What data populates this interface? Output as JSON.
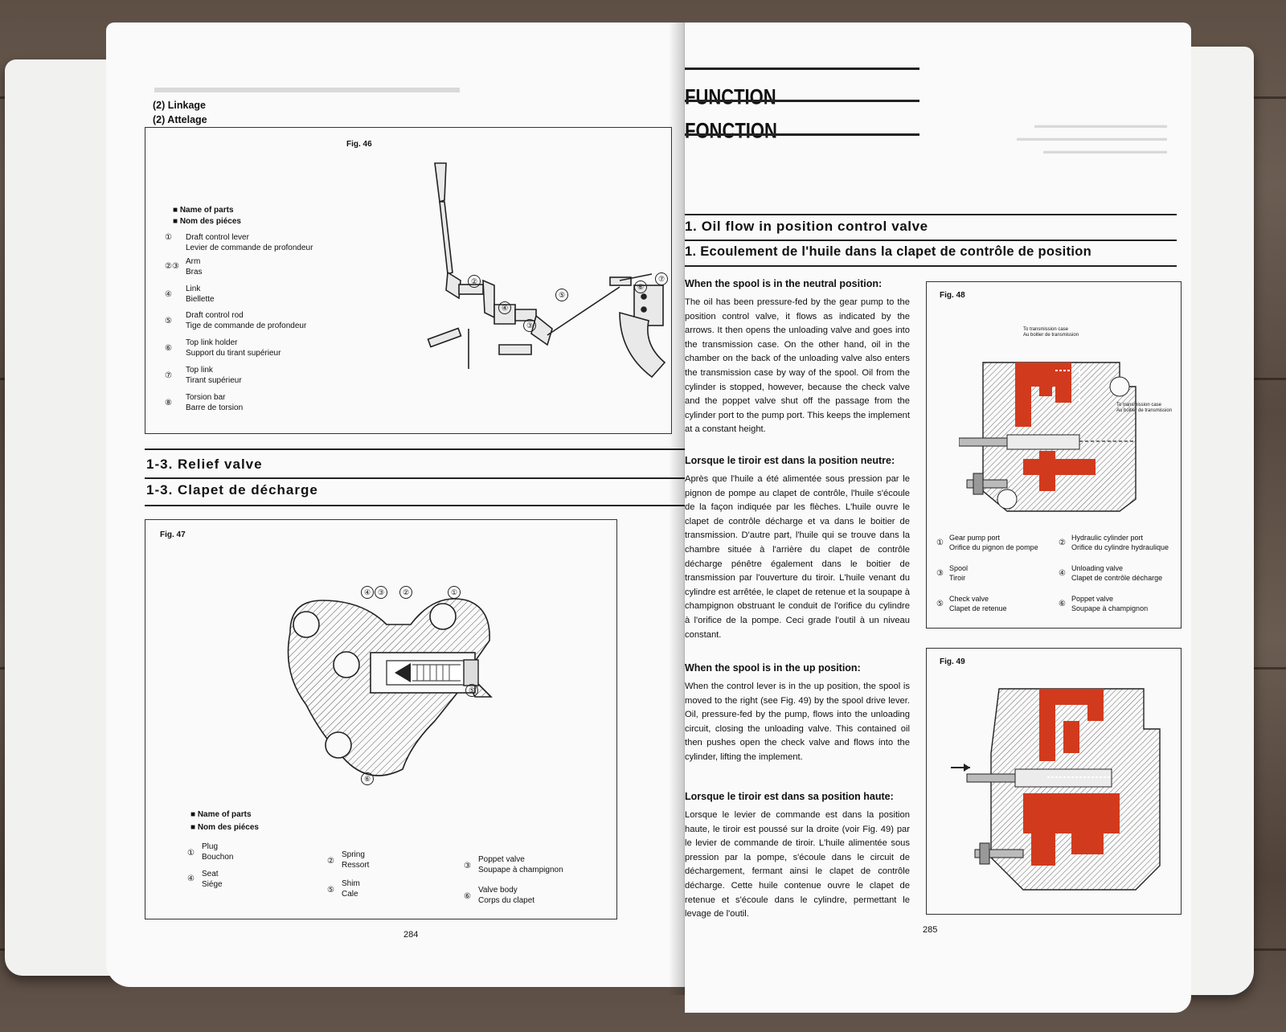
{
  "left_page": {
    "section_heading_en": "(2) Linkage",
    "section_heading_fr": "(2) Attelage",
    "fig46": {
      "label": "Fig. 46",
      "parts_header_en": "Name of parts",
      "parts_header_fr": "Nom des piéces",
      "parts": [
        {
          "num": "①",
          "en": "Draft control lever",
          "fr": "Levier de commande de profondeur"
        },
        {
          "num": "②③",
          "en": "Arm",
          "fr": "Bras"
        },
        {
          "num": "④",
          "en": "Link",
          "fr": "Biellette"
        },
        {
          "num": "⑤",
          "en": "Draft control rod",
          "fr": "Tige de commande de profondeur"
        },
        {
          "num": "⑥",
          "en": "Top link holder",
          "fr": "Support du tirant supérieur"
        },
        {
          "num": "⑦",
          "en": "Top link",
          "fr": "Tirant supérieur"
        },
        {
          "num": "⑧",
          "en": "Torsion bar",
          "fr": "Barre de torsion"
        }
      ],
      "callouts": [
        "②",
        "④",
        "③",
        "⑤",
        "⑥",
        "⑦"
      ]
    },
    "relief_heading_en": "1-3. Relief valve",
    "relief_heading_fr": "1-3. Clapet de décharge",
    "fig47": {
      "label": "Fig. 47",
      "callouts_top": [
        "④",
        "③",
        "②",
        "①"
      ],
      "callout_side": "⑤",
      "callout_bottom": "⑥",
      "parts_header_en": "Name of parts",
      "parts_header_fr": "Nom des piéces",
      "parts": [
        {
          "num": "①",
          "en": "Plug",
          "fr": "Bouchon"
        },
        {
          "num": "②",
          "en": "Spring",
          "fr": "Ressort"
        },
        {
          "num": "③",
          "en": "Poppet valve",
          "fr": "Soupape à champignon"
        },
        {
          "num": "④",
          "en": "Seat",
          "fr": "Siége"
        },
        {
          "num": "⑤",
          "en": "Shim",
          "fr": "Cale"
        },
        {
          "num": "⑥",
          "en": "Valve body",
          "fr": "Corps du clapet"
        }
      ]
    },
    "page_number": "284"
  },
  "right_page": {
    "function_en": "FUNCTION",
    "function_fr": "FONCTION",
    "oil_heading_en": "1. Oil flow in position control valve",
    "oil_heading_fr": "1. Ecoulement de l'huile dans la clapet de contrôle de position",
    "neutral_en_heading": "When the spool is in the neutral position:",
    "neutral_en_text": "The oil has been pressure-fed by the gear pump to the position control valve, it flows as indicated by the arrows. It then opens the unloading valve and goes into the transmission case. On the other hand, oil in the chamber on the back of the unloading valve also enters the transmission case by way of the spool. Oil from the cylinder is stopped, however, because the check valve and the poppet valve shut off the passage from the cylinder port to the pump port. This keeps the implement at a constant height.",
    "neutral_fr_heading": "Lorsque le tiroir est dans la position neutre:",
    "neutral_fr_text": "Après que l'huile a été alimentée sous pression par le pignon de pompe au clapet de contrôle, l'huile s'écoule de la façon indiquée par les flèches. L'huile ouvre le clapet de contrôle décharge et va dans le boitier de transmission. D'autre part, l'huile qui se trouve dans la chambre située à l'arrière du clapet de contrôle décharge pénêtre également dans le boitier de transmission par l'ouverture du tiroir. L'huile venant du cylindre est arrêtée, le clapet de retenue et la soupape à champignon obstruant le conduit de l'orifice du cylindre à l'orifice de la pompe. Ceci grade l'outil à un niveau constant.",
    "up_en_heading": "When the spool is in the up position:",
    "up_en_text": "When the control lever is in the up position, the spool is moved to the right (see Fig. 49) by the spool drive lever. Oil, pressure-fed by the pump, flows into the unloading circuit, closing the unloading valve. This contained oil then pushes open the check valve and flows into the cylinder, lifting the implement.",
    "up_fr_heading": "Lorsque le tiroir est dans sa position haute:",
    "up_fr_text": "Lorsque le levier de commande est dans la position haute, le tiroir est poussé sur la droite (voir Fig. 49) par le levier de commande de tiroir. L'huile alimentée sous pression par la pompe, s'écoule dans le circuit de déchargement, fermant ainsi le clapet de contrôle décharge. Cette huile contenue ouvre le clapet de retenue et s'écoule dans le cylindre, permettant le levage de l'outil.",
    "fig48": {
      "label": "Fig. 48",
      "annot_top_en": "To transmission case",
      "annot_top_fr": "Au boitier de transmission",
      "annot_right_en": "To transmission case",
      "annot_right_fr": "Au boitier de transmission",
      "legend": [
        {
          "num": "①",
          "en": "Gear pump port",
          "fr": "Orifice du pignon de pompe"
        },
        {
          "num": "②",
          "en": "Hydraulic cylinder port",
          "fr": "Orifice du cylindre hydraulique"
        },
        {
          "num": "③",
          "en": "Spool",
          "fr": "Tiroir"
        },
        {
          "num": "④",
          "en": "Unloading valve",
          "fr": "Clapet de contrôle décharge"
        },
        {
          "num": "⑤",
          "en": "Check valve",
          "fr": "Clapet de retenue"
        },
        {
          "num": "⑥",
          "en": "Poppet valve",
          "fr": "Soupape à champignon"
        }
      ]
    },
    "fig49": {
      "label": "Fig. 49"
    },
    "page_number": "285"
  },
  "colors": {
    "oil_red": "#d23a1e",
    "hatch": "#555555",
    "paper": "#fafafa"
  }
}
